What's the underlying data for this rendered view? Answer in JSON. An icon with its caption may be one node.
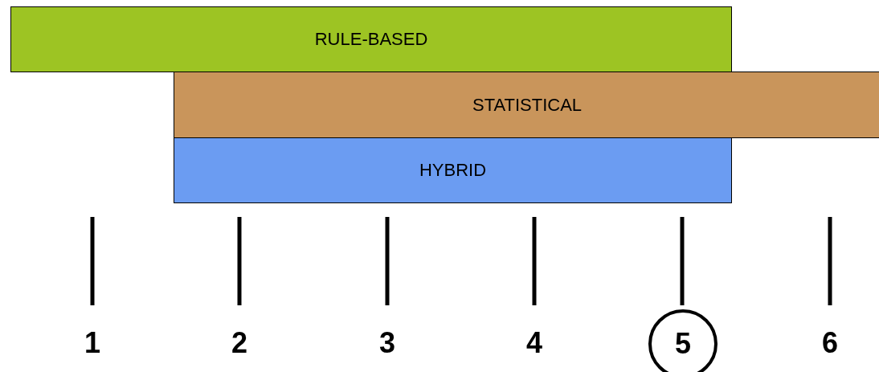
{
  "diagram": {
    "nodes": [
      {
        "text": [
          "RULE-BASED"
        ]
      },
      {
        "text": [
          "STATISTICAL"
        ]
      },
      {
        "text": [
          "HYBRID"
        ]
      },
      {
        "text": [
          "5"
        ]
      }
    ],
    "labels": [
      "1",
      "2",
      "3",
      "4",
      "6"
    ]
  }
}
